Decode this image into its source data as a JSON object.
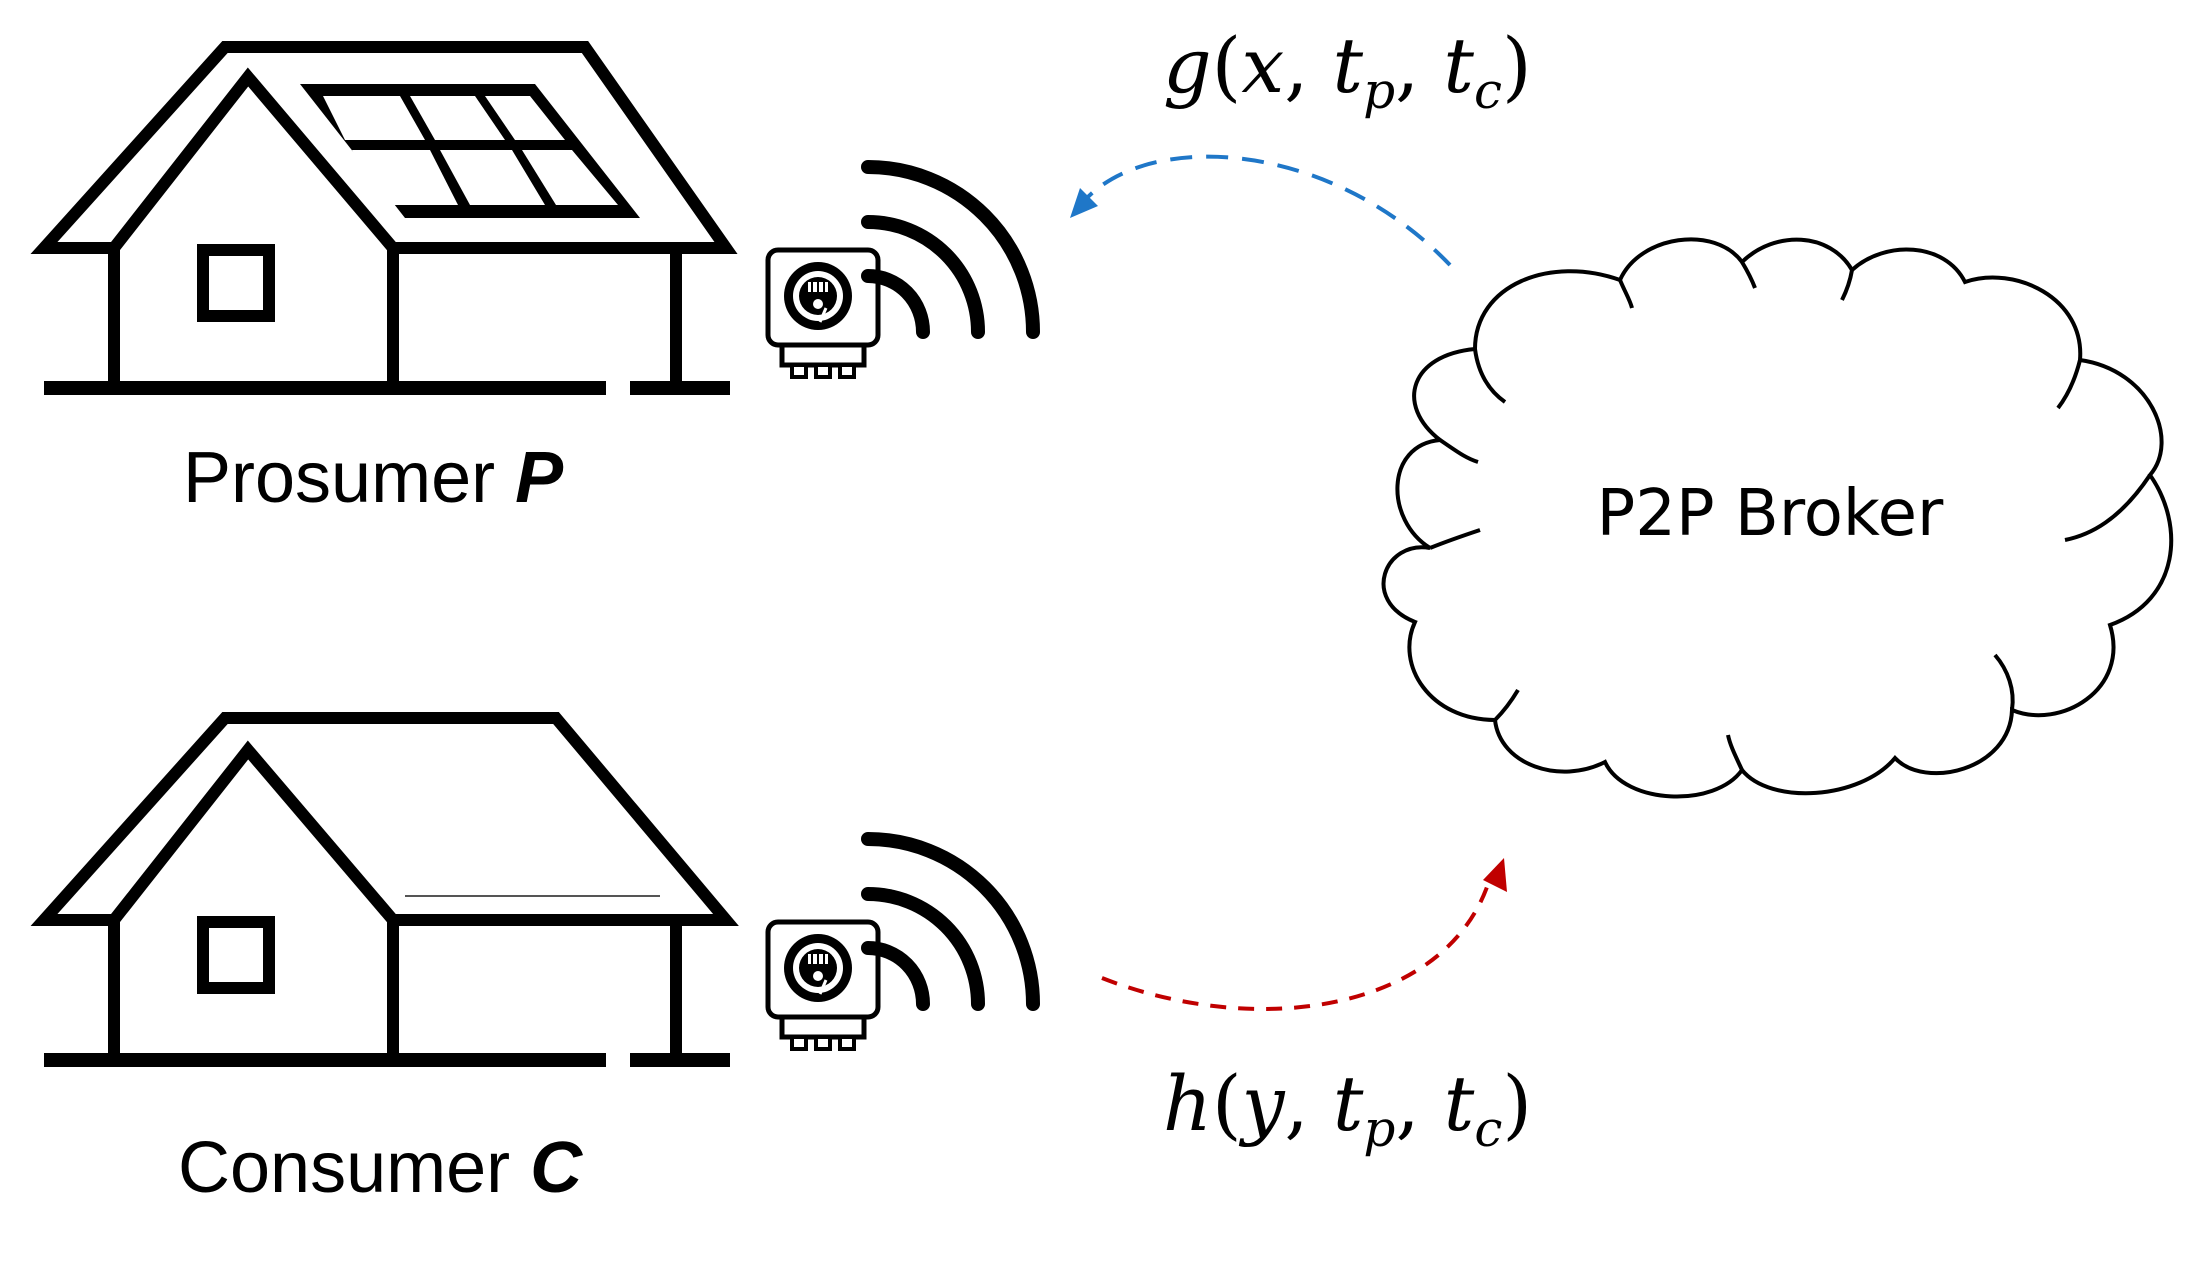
{
  "prosumer": {
    "label_text": "Prosumer ",
    "label_symbol": "P"
  },
  "consumer": {
    "label_text": "Consumer ",
    "label_symbol": "C"
  },
  "broker": {
    "label": "P2P Broker"
  },
  "message_to_prosumer": {
    "function": "g",
    "open": "(",
    "arg1": "x",
    "sep1": ", ",
    "arg2_base": "t",
    "arg2_sub": "p",
    "sep2": ", ",
    "arg3_base": "t",
    "arg3_sub": "c",
    "close": ")",
    "arrow_color": "#1f77c8"
  },
  "message_from_consumer": {
    "function": "h",
    "open": "(",
    "arg1": "y",
    "sep1": ", ",
    "arg2_base": "t",
    "arg2_sub": "p",
    "sep2": ", ",
    "arg3_base": "t",
    "arg3_sub": "c",
    "close": ")",
    "arrow_color": "#c00000"
  },
  "icons": {
    "prosumer_house": "house-with-solar-panels-icon",
    "consumer_house": "house-icon",
    "smart_meter": "smart-meter-icon",
    "wireless_signal": "wireless-signal-icon",
    "cloud": "cloud-icon"
  }
}
